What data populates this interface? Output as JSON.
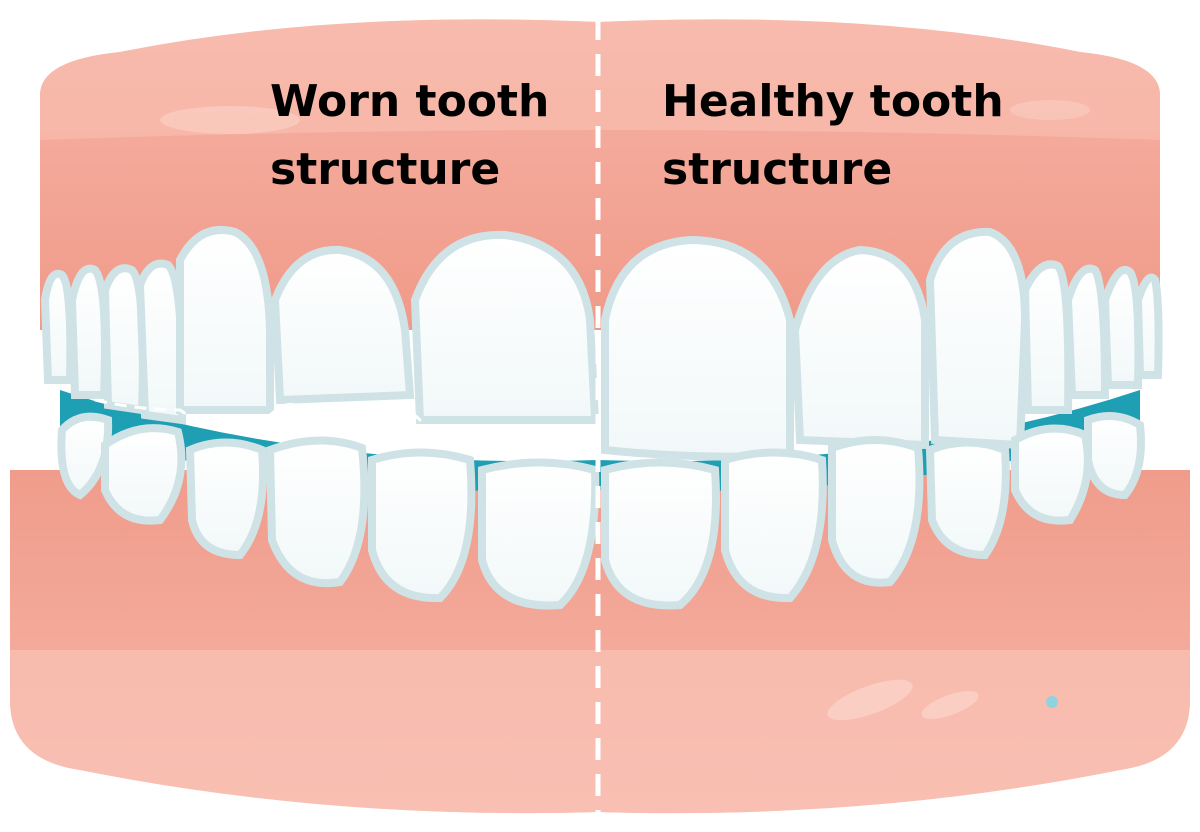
{
  "labels": {
    "worn": {
      "line1": "Worn tooth",
      "line2": "structure"
    },
    "healthy": {
      "line1": "Healthy tooth",
      "line2": "structure"
    }
  },
  "colors": {
    "gum": "#f6aa9a",
    "gum_light": "#f8bcae",
    "gum_dark": "#e98a7a",
    "tooth": "#ffffff",
    "tooth_shade": "#cfe3e6",
    "mouth_gap": "#1fa1b5",
    "divider": "#ffffff"
  },
  "icons": [
    "dental-arch-illustration",
    "divider-dashed-line",
    "wear-line-dashed"
  ]
}
